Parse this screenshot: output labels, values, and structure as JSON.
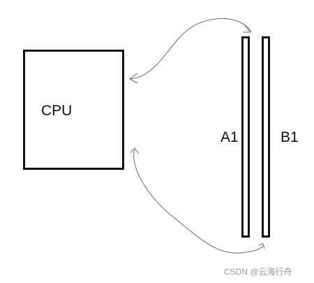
{
  "diagram": {
    "cpu": {
      "label": "CPU"
    },
    "buffers": [
      {
        "id": "a1",
        "label": "A1"
      },
      {
        "id": "b1",
        "label": "B1"
      }
    ],
    "arrows": [
      {
        "from": "buffer-a1-top",
        "to": "cpu"
      },
      {
        "from": "buffer-b1-bottom",
        "to": "cpu"
      }
    ]
  },
  "watermark": {
    "text": "CSDN @云海行舟"
  }
}
